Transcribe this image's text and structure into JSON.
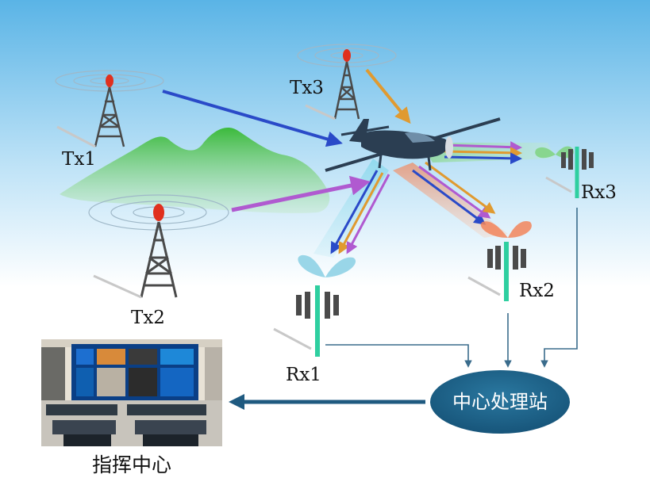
{
  "transmitters": [
    {
      "label": "Tx1"
    },
    {
      "label": "Tx2"
    },
    {
      "label": "Tx3"
    }
  ],
  "receivers": [
    {
      "label": "Rx1"
    },
    {
      "label": "Rx2"
    },
    {
      "label": "Rx3"
    }
  ],
  "processing_center": {
    "label": "中心处理站"
  },
  "command_center": {
    "caption": "指挥中心"
  },
  "colors": {
    "sky_top": "#5ab4e6",
    "mountain": "#3cba3c",
    "hub_fill": "#17557a",
    "receiver_mast": "#2ecfa0",
    "tower_light": "#e0301e",
    "arrow_blue": "#2a4ac8",
    "arrow_purple": "#b05ad0",
    "arrow_orange": "#e09a30",
    "connector": "#3a6c8c"
  },
  "icons": [
    "radio-tower-icon",
    "receiver-antenna-icon",
    "aircraft-icon",
    "control-room-photo"
  ]
}
